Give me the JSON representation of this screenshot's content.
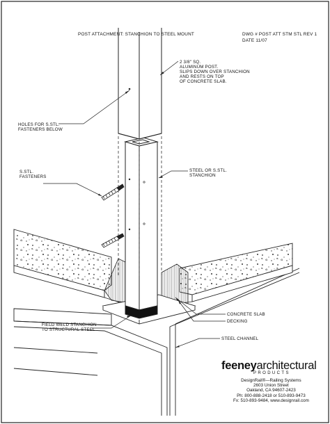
{
  "header": {
    "title": "POST ATTACHMENT: STANCHION TO STEEL MOUNT",
    "dwg_line": "DWG # POST ATT STM STL REV 1",
    "date_line": "DATE 11/07"
  },
  "labels": {
    "post": [
      "2 3/8\" SQ.",
      "ALUMINUM POST.",
      "SLIPS DOWN OVER STANCHION",
      "AND RESTS ON TOP",
      "OF CONCRETE SLAB."
    ],
    "holes": [
      "HOLES FOR S.STL.",
      "FASTENERS BELOW"
    ],
    "fasteners": [
      "S.STL.",
      "FASTENERS"
    ],
    "stanchion": [
      "STEEL OR S.STL.",
      "STANCHION"
    ],
    "concrete": "CONCRETE SLAB",
    "decking": "DECKING",
    "weld": [
      "FIELD WELD STANCHION",
      "TO STRUCTURAL STEEL"
    ],
    "channel": "STEEL CHANNEL"
  },
  "company": {
    "name_bold": "feeney",
    "name_light": "architectural",
    "products": "PRODUCTS",
    "line1": "DesignRail®—Railing Systems",
    "line2": "2603 Union Street",
    "line3": "Oakland, CA 94607-2423",
    "line4": "Ph: 800-888-2418 or 510-893-9473",
    "line5": "Fx: 510-893-9484, www.designrail.com"
  }
}
